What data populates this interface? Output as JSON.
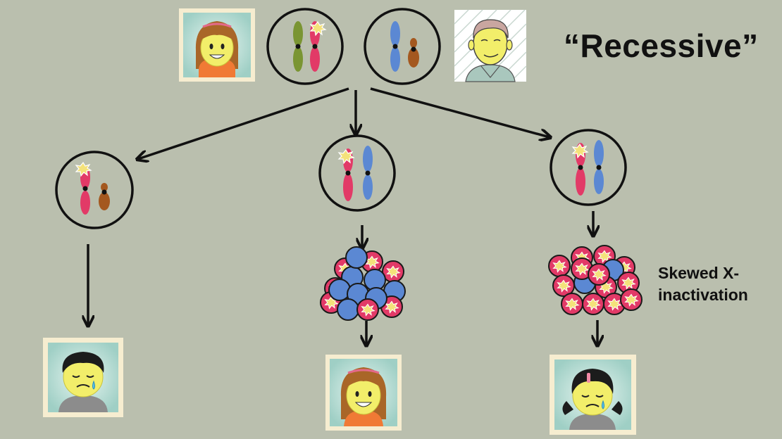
{
  "title": "“Recessive”",
  "annotation": {
    "line1": "Skewed X-",
    "line2": "inactivation"
  },
  "colors": {
    "background": "#babfae",
    "x_mutant": "#e23a67",
    "x_normal": "#5b88d3",
    "x_maternal_green": "#7a9532",
    "y_chromosome": "#a4581f",
    "mutation_star": "#f4e27a",
    "face_yellow": "#f2ee6a",
    "portrait_bg": "#cfe8e2"
  },
  "parents": {
    "mother": {
      "icon": "happy-girl-icon"
    },
    "mother_cell": {
      "icon": "cell-xx-carrier-icon"
    },
    "father_cell": {
      "icon": "cell-xy-normal-icon"
    },
    "father": {
      "icon": "sketched-man-icon"
    }
  },
  "offspring": [
    {
      "cell_icon": "cell-xy-mutant-icon",
      "outcome_icon": "crying-boy-icon"
    },
    {
      "cell_icon": "cell-xx-carrier-icon",
      "cluster_icon": "balanced-x-inactivation-icon",
      "outcome_icon": "happy-girl-icon"
    },
    {
      "cell_icon": "cell-xx-carrier-icon",
      "cluster_icon": "skewed-x-inactivation-icon",
      "outcome_icon": "crying-girl-icon"
    }
  ]
}
